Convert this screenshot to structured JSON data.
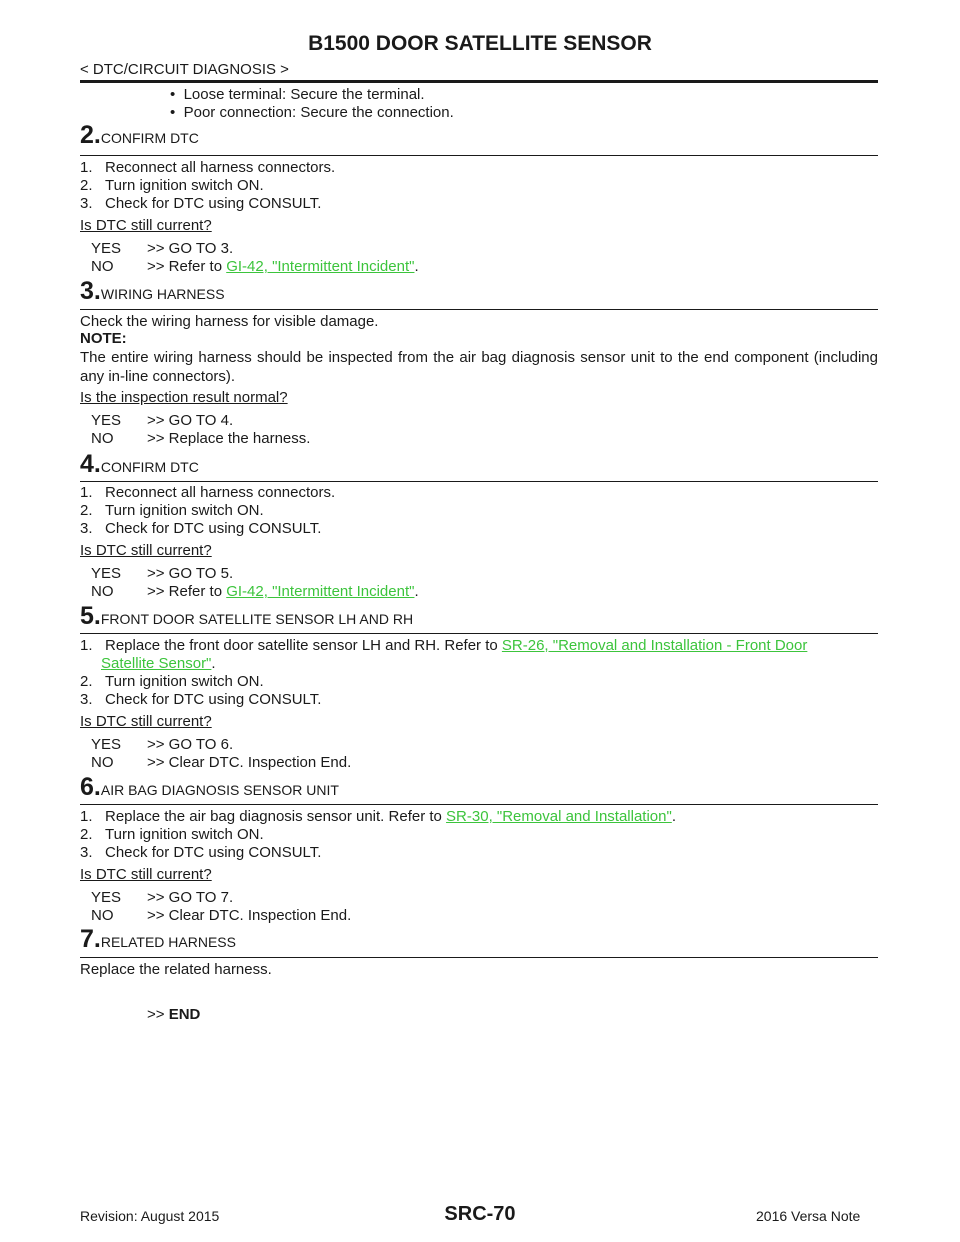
{
  "header": {
    "title": "B1500 DOOR SATELLITE SENSOR",
    "breadcrumb": "< DTC/CIRCUIT DIAGNOSIS >"
  },
  "step1_tail": {
    "bullet1": "Loose terminal: Secure the terminal.",
    "bullet2": "Poor connection: Secure the connection."
  },
  "step2": {
    "num": "2.",
    "heading": "CONFIRM DTC",
    "items": [
      "1.   Reconnect all harness connectors.",
      "2.   Turn ignition switch ON.",
      "3.   Check for DTC using CONSULT."
    ],
    "question": "Is DTC still current?",
    "yes_label": "YES",
    "yes_text": ">> GO TO 3.",
    "no_label": "NO",
    "no_prefix": ">> Refer to ",
    "no_link": "GI-42, \"Intermittent Incident\"",
    "no_suffix": "."
  },
  "step3": {
    "num": "3.",
    "heading": "WIRING HARNESS",
    "body": "Check the wiring harness for visible damage.",
    "note_label": "NOTE:",
    "note_text": "The entire wiring harness should be inspected from the air bag diagnosis sensor unit to the end component (including any in-line connectors).",
    "question": "Is the inspection result normal?",
    "yes_label": "YES",
    "yes_text": ">> GO TO 4.",
    "no_label": "NO",
    "no_text": ">> Replace the harness."
  },
  "step4": {
    "num": "4.",
    "heading": "CONFIRM DTC",
    "items": [
      "1.   Reconnect all harness connectors.",
      "2.   Turn ignition switch ON.",
      "3.   Check for DTC using CONSULT."
    ],
    "question": "Is DTC still current?",
    "yes_label": "YES",
    "yes_text": ">> GO TO 5.",
    "no_label": "NO",
    "no_prefix": ">> Refer to ",
    "no_link": "GI-42, \"Intermittent Incident\"",
    "no_suffix": "."
  },
  "step5": {
    "num": "5.",
    "heading": "FRONT DOOR SATELLITE SENSOR LH AND RH",
    "item1_prefix": "1.   Replace the front door satellite sensor LH and RH. Refer to ",
    "item1_link_a": "SR-26, \"Removal and Installation - Front Door",
    "item1_link_b": "Satellite Sensor\"",
    "item1_suffix": ".",
    "item2": "2.   Turn ignition switch ON.",
    "item3": "3.   Check for DTC using CONSULT.",
    "question": "Is DTC still current?",
    "yes_label": "YES",
    "yes_text": ">> GO TO 6.",
    "no_label": "NO",
    "no_text": ">> Clear DTC. Inspection End."
  },
  "step6": {
    "num": "6.",
    "heading": "AIR BAG DIAGNOSIS SENSOR UNIT",
    "item1_prefix": "1.   Replace the air bag diagnosis sensor unit. Refer to ",
    "item1_link": "SR-30, \"Removal and Installation\"",
    "item1_suffix": ".",
    "item2": "2.   Turn ignition switch ON.",
    "item3": "3.   Check for DTC using CONSULT.",
    "question": "Is DTC still current?",
    "yes_label": "YES",
    "yes_text": ">> GO TO 7.",
    "no_label": "NO",
    "no_text": ">> Clear DTC. Inspection End."
  },
  "step7": {
    "num": "7.",
    "heading": "RELATED HARNESS",
    "body": "Replace the related harness.",
    "end_prefix": ">> ",
    "end_label": "END"
  },
  "footer": {
    "revision": "Revision: August 2015",
    "page": "SRC-70",
    "model": "2016 Versa Note"
  }
}
